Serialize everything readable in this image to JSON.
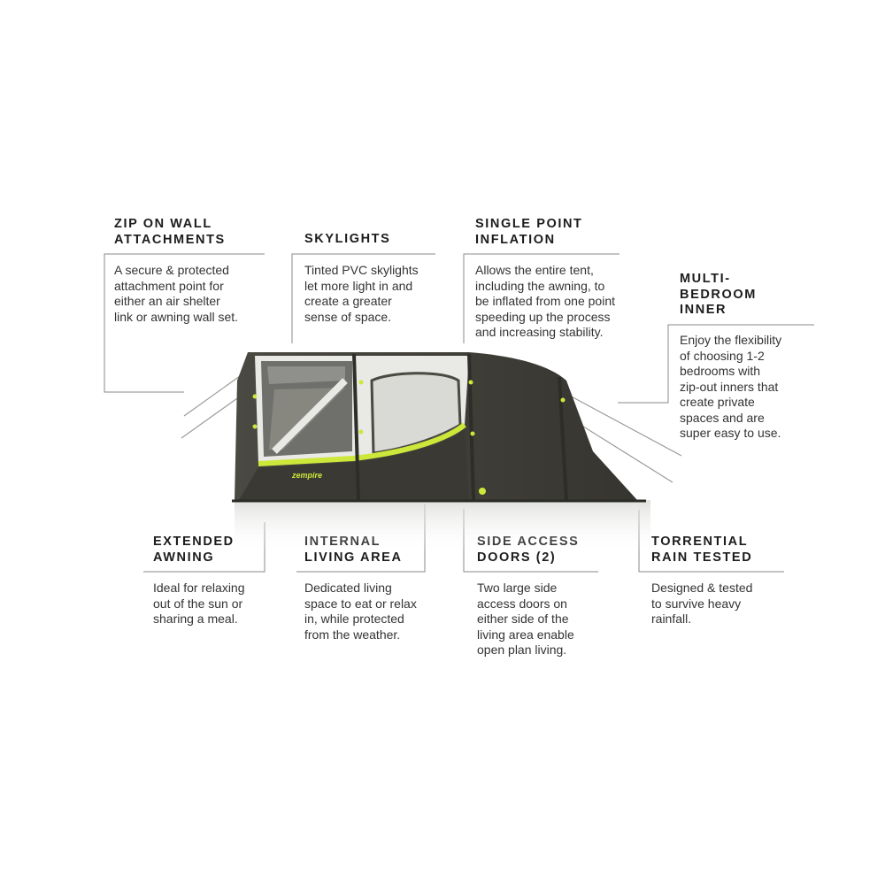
{
  "features": {
    "zip_on_wall": {
      "title": "ZIP ON WALL\nATTACHMENTS",
      "description": "A secure & protected\nattachment point for\neither an air shelter\nlink or awning wall set."
    },
    "skylights": {
      "title": "SKYLIGHTS",
      "description": "Tinted PVC skylights\nlet more light in and\ncreate a greater\nsense of space."
    },
    "single_point": {
      "title": "SINGLE POINT\nINFLATION",
      "description": "Allows the entire tent,\nincluding the awning, to\nbe inflated from one point\nspeeding up the process\nand increasing stability."
    },
    "multi_bedroom": {
      "title": "MULTI-\nBEDROOM\nINNER",
      "description": "Enjoy the flexibility\nof choosing 1-2\nbedrooms with\nzip-out inners that\ncreate private\nspaces and are\nsuper easy to use."
    },
    "extended_awning": {
      "title": "EXTENDED\nAWNING",
      "description": "Ideal for relaxing\nout of the sun or\nsharing a meal."
    },
    "internal_living": {
      "title": "INTERNAL\nLIVING AREA",
      "description": "Dedicated living\nspace to eat or relax\nin, while protected\nfrom the weather."
    },
    "side_access": {
      "title": "SIDE ACCESS\nDOORS (2)",
      "description": "Two large side\naccess doors on\neither side of the\nliving area enable\nopen plan living."
    },
    "torrential_rain": {
      "title": "TORRENTIAL\nRAIN TESTED",
      "description": "Designed & tested\nto survive heavy\nrainfall."
    }
  },
  "tent": {
    "logo_text": "zempire",
    "colors": {
      "body": "#3e3d36",
      "panel": "#e9e9e6",
      "accent": "#cde83a",
      "window": "#6f706c"
    }
  }
}
